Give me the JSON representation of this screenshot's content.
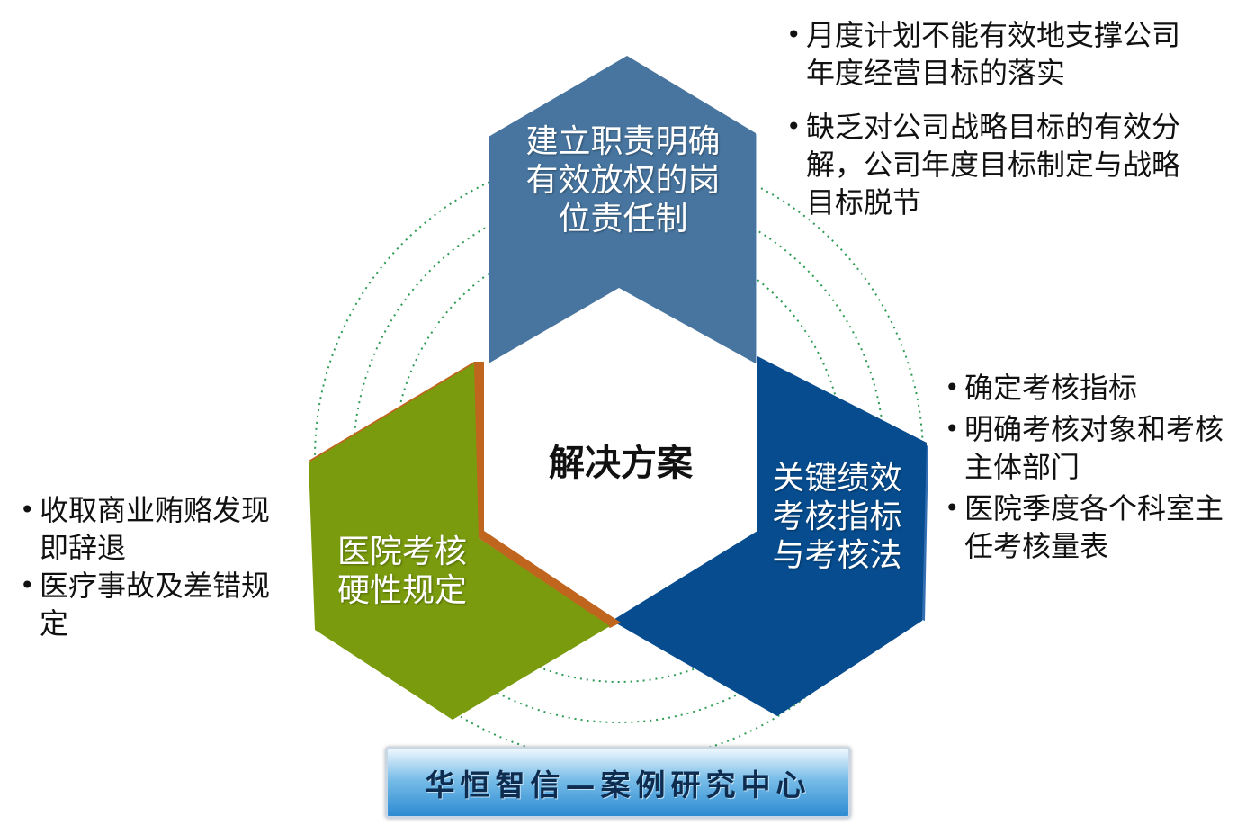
{
  "center_label": "解决方案",
  "segments": {
    "top": {
      "text": "建立职责明确\n有效放权的岗\n位责任制",
      "color": "#47759f"
    },
    "right": {
      "text": "关键绩效\n考核指标\n与考核法",
      "color": "#064c8e"
    },
    "left": {
      "text": "医院考核\n硬性规定",
      "color": "#7a9b0d"
    }
  },
  "bullets_top": [
    "月度计划不能有效地支撑公司年度经营目标的落实",
    "缺乏对公司战略目标的有效分解，公司年度目标制定与战略目标脱节"
  ],
  "bullets_right": [
    "确定考核指标",
    "明确考核对象和考核主体部门",
    "医院季度各个科室主任考核量表"
  ],
  "bullets_left": [
    "收取商业贿赂发现即辞退",
    "医疗事故及差错规定"
  ],
  "banner_text": "华恒智信—案例研究中心",
  "colors": {
    "ring": "#2e9b55",
    "edge_orange": "#c0651e",
    "edge_top": "#a7c2dc"
  }
}
